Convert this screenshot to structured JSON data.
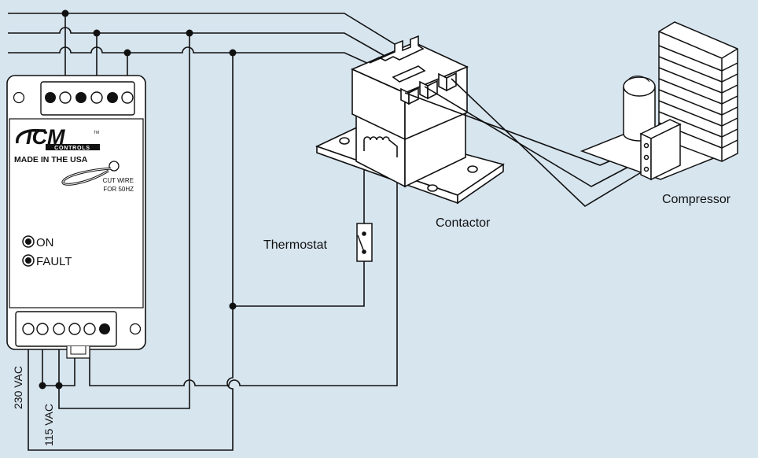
{
  "colors": {
    "background": "#d7e5ef",
    "device": "#ffffff",
    "line": "#111111"
  },
  "device": {
    "brand": "ICM",
    "brand_sub": "CONTROLS",
    "tm": "TM",
    "made_in": "MADE IN THE USA",
    "cut_wire_line1": "CUT WIRE",
    "cut_wire_line2": "FOR 50HZ",
    "led_on": "ON",
    "led_fault": "FAULT"
  },
  "labels": {
    "voltage_230": "230 VAC",
    "voltage_115": "115 VAC",
    "thermostat": "Thermostat",
    "contactor": "Contactor",
    "compressor": "Compressor"
  }
}
